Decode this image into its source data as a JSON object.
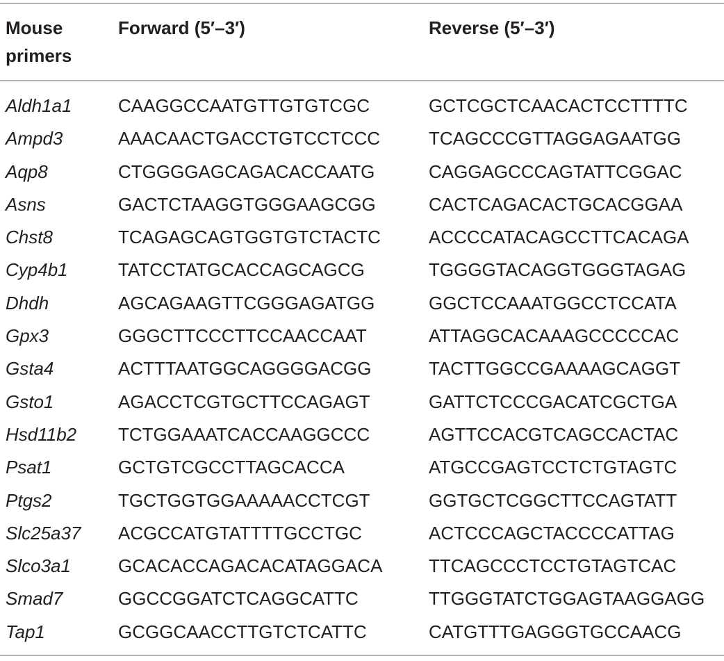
{
  "table": {
    "headers": {
      "gene": "Mouse primers",
      "forward": "Forward (5′–3′)",
      "reverse": "Reverse (5′–3′)"
    },
    "rows": [
      {
        "gene": "Aldh1a1",
        "forward": "CAAGGCCAATGTTGTGTCGC",
        "reverse": "GCTCGCTCAACACTCCTTTTC"
      },
      {
        "gene": "Ampd3",
        "forward": "AAACAACTGACCTGTCCTCCC",
        "reverse": "TCAGCCCGTTAGGAGAATGG"
      },
      {
        "gene": "Aqp8",
        "forward": "CTGGGGAGCAGACACCAATG",
        "reverse": "CAGGAGCCCAGTATTCGGAC"
      },
      {
        "gene": "Asns",
        "forward": "GACTCTAAGGTGGGAAGCGG",
        "reverse": "CACTCAGACACTGCACGGAA"
      },
      {
        "gene": "Chst8",
        "forward": "TCAGAGCAGTGGTGTCTACTC",
        "reverse": "ACCCCATACAGCCTTCACAGA"
      },
      {
        "gene": "Cyp4b1",
        "forward": "TATCCTATGCACCAGCAGCG",
        "reverse": "TGGGGTACAGGTGGGTAGAG"
      },
      {
        "gene": "Dhdh",
        "forward": "AGCAGAAGTTCGGGAGATGG",
        "reverse": "GGCTCCAAATGGCCTCCATA"
      },
      {
        "gene": "Gpx3",
        "forward": "GGGCTTCCCTTCCAACCAAT",
        "reverse": "ATTAGGCACAAAGCCCCCAC"
      },
      {
        "gene": "Gsta4",
        "forward": "ACTTTAATGGCAGGGGACGG",
        "reverse": "TACTTGGCCGAAAAGCAGGT"
      },
      {
        "gene": "Gsto1",
        "forward": "AGACCTCGTGCTTCCAGAGT",
        "reverse": "GATTCTCCCGACATCGCTGA"
      },
      {
        "gene": "Hsd11b2",
        "forward": "TCTGGAAATCACCAAGGCCC",
        "reverse": "AGTTCCACGTCAGCCACTAC"
      },
      {
        "gene": "Psat1",
        "forward": "GCTGTCGCCTTAGCACCA",
        "reverse": "ATGCCGAGTCCTCTGTAGTC"
      },
      {
        "gene": "Ptgs2",
        "forward": "TGCTGGTGGAAAAACCTCGT",
        "reverse": "GGTGCTCGGCTTCCAGTATT"
      },
      {
        "gene": "Slc25a37",
        "forward": "ACGCCATGTATTTTGCCTGC",
        "reverse": "ACTCCCAGCTACCCCATTAG"
      },
      {
        "gene": "Slco3a1",
        "forward": "GCACACCAGACACATAGGACA",
        "reverse": "TTCAGCCCTCCTGTAGTCAC"
      },
      {
        "gene": "Smad7",
        "forward": "GGCCGGATCTCAGGCATTC",
        "reverse": "TTGGGTATCTGGAGTAAGGAGG"
      },
      {
        "gene": "Tap1",
        "forward": "GCGGCAACCTTGTCTCATTC",
        "reverse": "CATGTTTGAGGGTGCCAACG"
      }
    ]
  },
  "colors": {
    "text": "#231f20",
    "rule": "#b3b3b3"
  }
}
